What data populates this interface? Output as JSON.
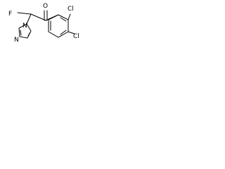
{
  "molecule": {
    "atom_labels": {
      "oxygen": "O",
      "fluorine": "F",
      "nitrogen_n1": "N",
      "nitrogen_n3": "N",
      "chlorine_ortho": "Cl",
      "chlorine_para": "Cl"
    }
  },
  "colors": {
    "bond": "#000000",
    "label": "#000000",
    "background": "#ffffff"
  }
}
